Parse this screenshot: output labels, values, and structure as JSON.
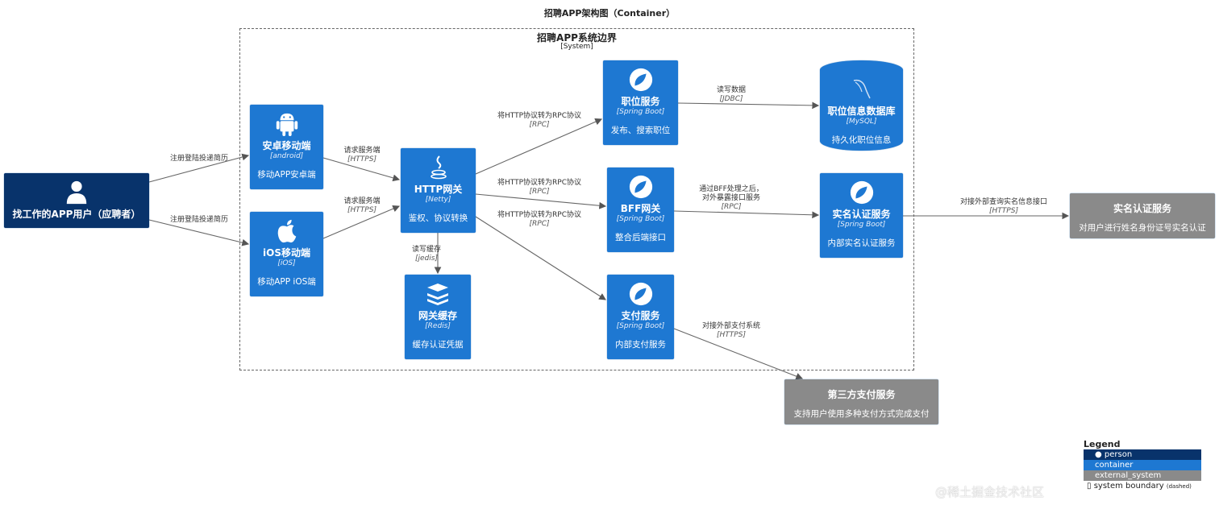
{
  "title": "招聘APP架构图（Container）",
  "boundary": {
    "name": "招聘APP系统边界",
    "type": "[System]"
  },
  "nodes": {
    "user": {
      "name": "找工作的APP用户（应聘者）",
      "icon": "person-icon"
    },
    "android": {
      "name": "安卓移动端",
      "tech": "[android]",
      "desc": "移动APP安卓端",
      "icon": "android-icon"
    },
    "ios": {
      "name": "iOS移动端",
      "tech": "[iOS]",
      "desc": "移动APP iOS端",
      "icon": "apple-icon"
    },
    "gateway": {
      "name": "HTTP网关",
      "tech": "[Netty]",
      "desc": "鉴权、协议转换",
      "icon": "java-icon"
    },
    "job": {
      "name": "职位服务",
      "tech": "[Spring Boot]",
      "desc": "发布、搜索职位",
      "icon": "spring-icon"
    },
    "bff": {
      "name": "BFF网关",
      "tech": "[Spring Boot]",
      "desc": "整合后端接口",
      "icon": "spring-icon"
    },
    "pay": {
      "name": "支付服务",
      "tech": "[Spring Boot]",
      "desc": "内部支付服务",
      "icon": "spring-icon"
    },
    "cache": {
      "name": "网关缓存",
      "tech": "[Redis]",
      "desc": "缓存认证凭据",
      "icon": "redis-icon"
    },
    "db": {
      "name": "职位信息数据库",
      "tech": "[MySQL]",
      "desc": "持久化职位信息",
      "icon": "mysql-icon"
    },
    "auth": {
      "name": "实名认证服务",
      "tech": "[Spring Boot]",
      "desc": "内部实名认证服务",
      "icon": "spring-icon"
    },
    "extauth": {
      "name": "实名认证服务",
      "desc": "对用户进行姓名身份证号实名认证"
    },
    "extpay": {
      "name": "第三方支付服务",
      "desc": "支持用户使用多种支付方式完成支付"
    }
  },
  "edges": {
    "e1": {
      "label": "注册登陆投递简历"
    },
    "e2": {
      "label": "注册登陆投递简历"
    },
    "e3": {
      "label": "请求服务端",
      "tech": "[HTTPS]"
    },
    "e4": {
      "label": "请求服务端",
      "tech": "[HTTPS]"
    },
    "e5": {
      "label": "将HTTP协议转为RPC协议",
      "tech": "[RPC]"
    },
    "e6": {
      "label": "将HTTP协议转为RPC协议",
      "tech": "[RPC]"
    },
    "e7": {
      "label": "将HTTP协议转为RPC协议",
      "tech": "[RPC]"
    },
    "e8": {
      "label": "读写缓存",
      "tech": "[jedis]"
    },
    "e9": {
      "label": "读写数据",
      "tech": "[JDBC]"
    },
    "e10": {
      "label": "通过BFF处理之后，",
      "label2": "对外暴露接口服务",
      "tech": "[RPC]"
    },
    "e11": {
      "label": "对接外部查询实名信息接口",
      "tech": "[HTTPS]"
    },
    "e12": {
      "label": "对接外部支付系统",
      "tech": "[HTTPS]"
    }
  },
  "legend": {
    "title": "Legend",
    "items": [
      "person",
      "container",
      "external_system",
      "system boundary"
    ],
    "dashed_note": "(dashed)"
  },
  "colors": {
    "person": "#08336b",
    "container": "#1e78d2",
    "external": "#8a8a8a"
  },
  "watermark": "@稀土掘金技术社区"
}
